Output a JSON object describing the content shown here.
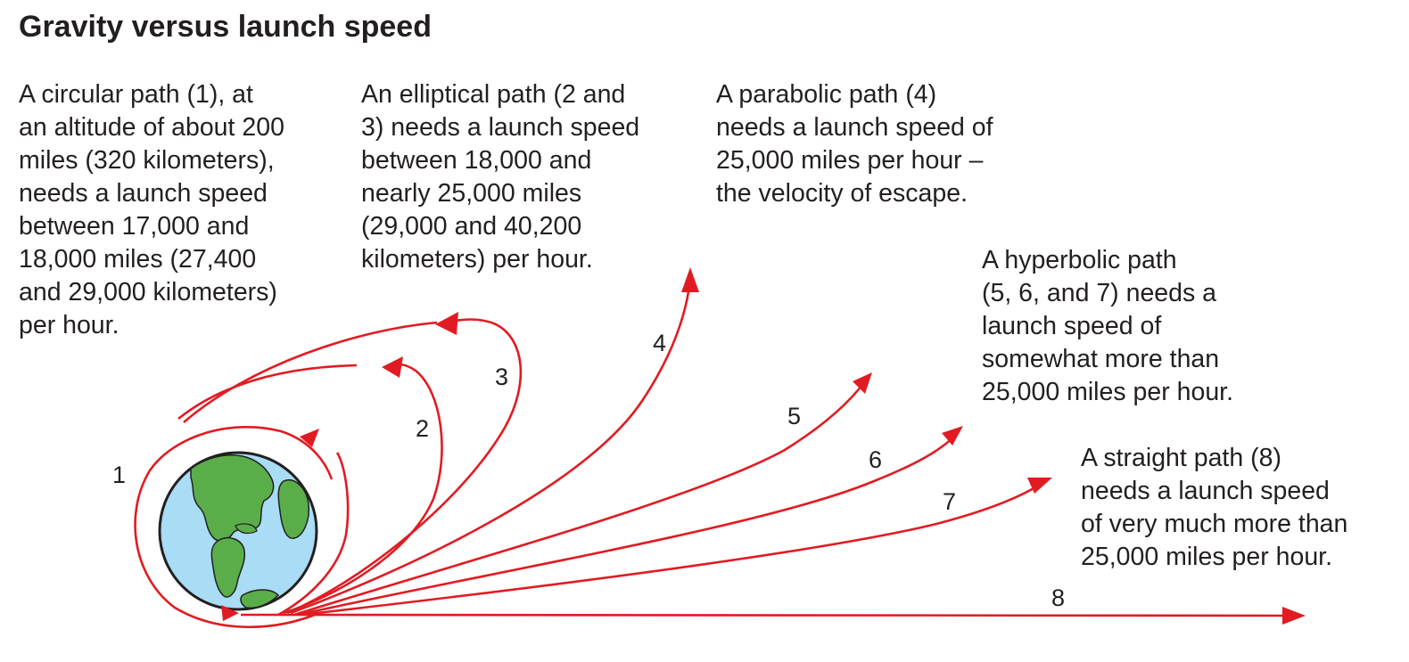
{
  "title": "Gravity versus launch speed",
  "descriptions": {
    "circular": [
      "A circular path (1), at",
      "an altitude of about 200",
      "miles (320 kilometers),",
      "needs a launch speed",
      "between 17,000 and",
      "18,000 miles (27,400",
      "and 29,000 kilometers)",
      "per hour."
    ],
    "elliptical": [
      "An elliptical path (2 and",
      "3) needs a launch speed",
      "between 18,000 and",
      "nearly 25,000 miles",
      "(29,000 and 40,200",
      "kilometers) per hour."
    ],
    "parabolic": [
      "A parabolic path (4)",
      "needs a launch speed of",
      "25,000 miles per hour –",
      "the velocity of escape."
    ],
    "hyperbolic": [
      "A hyperbolic path",
      "(5, 6, and 7) needs a",
      "launch speed of",
      "somewhat more than",
      "25,000 miles per hour."
    ],
    "straight": [
      "A straight path (8)",
      "needs a launch speed",
      "of very much more than",
      "25,000 miles per hour."
    ]
  },
  "path_labels": [
    "1",
    "2",
    "3",
    "4",
    "5",
    "6",
    "7",
    "8"
  ],
  "colors": {
    "path": "#e11b22",
    "ocean": "#a9dcf5",
    "land": "#5aae4a",
    "outline": "#231f20"
  },
  "icons": {
    "earth": "earth-globe-icon"
  }
}
